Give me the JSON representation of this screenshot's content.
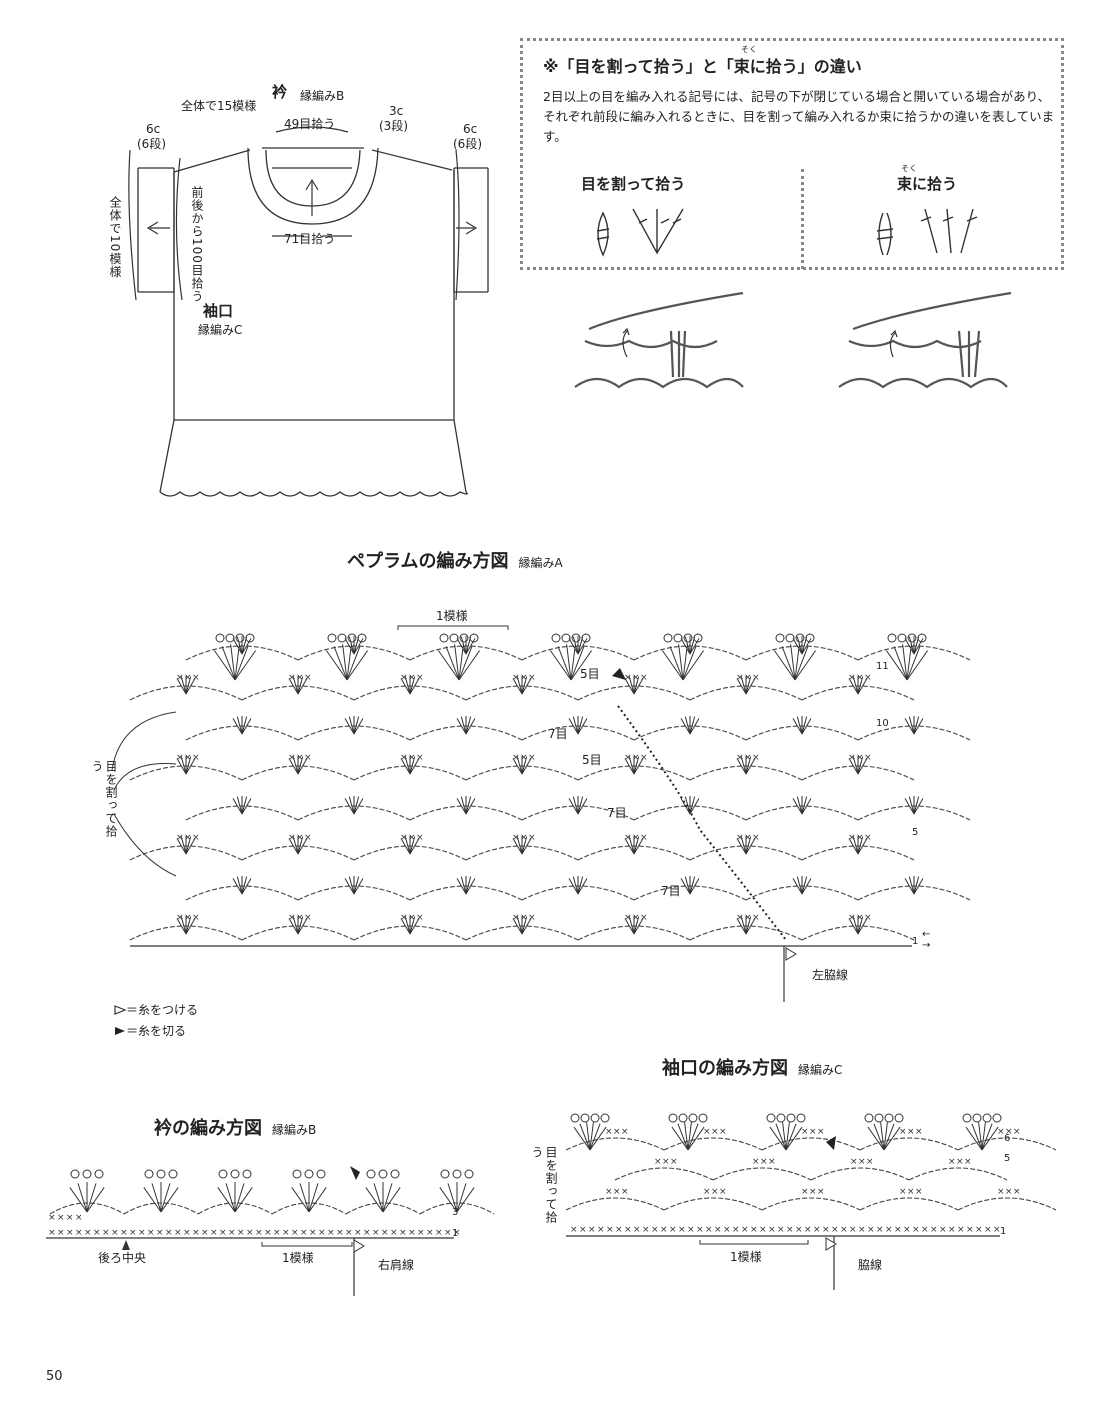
{
  "schematic": {
    "collar_title": "衿",
    "collar_sub": "縁編みB",
    "collar_repeat": "全体で15模様",
    "collar_pick_back": "49目拾う",
    "collar_pick_front": "71目拾う",
    "collar_height": "3c",
    "collar_rows": "(3段)",
    "sleeve_left_height": "6c",
    "sleeve_left_rows": "(6段)",
    "sleeve_right_height": "6c",
    "sleeve_right_rows": "(6段)",
    "sleeve_repeat": "全体で10模様",
    "sleeve_pick": "前後から100目拾う",
    "cuff_title": "袖口",
    "cuff_sub": "縁編みC"
  },
  "note": {
    "title": "※「目を割って拾う」と「束に拾う」の違い",
    "body": "2目以上の目を編み入れる記号には、記号の下が閉じている場合と開いている場合があり、それぞれ前段に編み入れるときに、目を割って編み入れるか束に拾うかの違いを表しています。",
    "left_label": "目を割って拾う",
    "right_label": "束に拾う",
    "ruby": "そく"
  },
  "peplum": {
    "title": "ペプラムの編み方図",
    "sub": "縁編みA",
    "repeat_label": "1模様",
    "split_label": "目を割って拾う",
    "row_11": "11",
    "row_10": "10",
    "row_5": "5",
    "row_1": "1",
    "arrow_left": "←",
    "arrow_right": "→",
    "count_5a": "5目",
    "count_5b": "5目",
    "count_7a": "7目",
    "count_7b": "7目",
    "count_7c": "7目",
    "side_line": "左脇線"
  },
  "legend": {
    "attach": "＝糸をつける",
    "cut": "＝糸を切る"
  },
  "collar_chart": {
    "title": "衿の編み方図",
    "sub": "縁編みB",
    "back_center": "後ろ中央",
    "repeat_label": "1模様",
    "shoulder_line": "右肩線",
    "row_3": "3",
    "row_1": "1"
  },
  "cuff_chart": {
    "title": "袖口の編み方図",
    "sub": "縁編みC",
    "split_label": "目を割って拾う",
    "repeat_label": "1模様",
    "side_line": "脇線",
    "row_6": "6",
    "row_5": "5",
    "row_1": "1"
  },
  "page_number": "50"
}
